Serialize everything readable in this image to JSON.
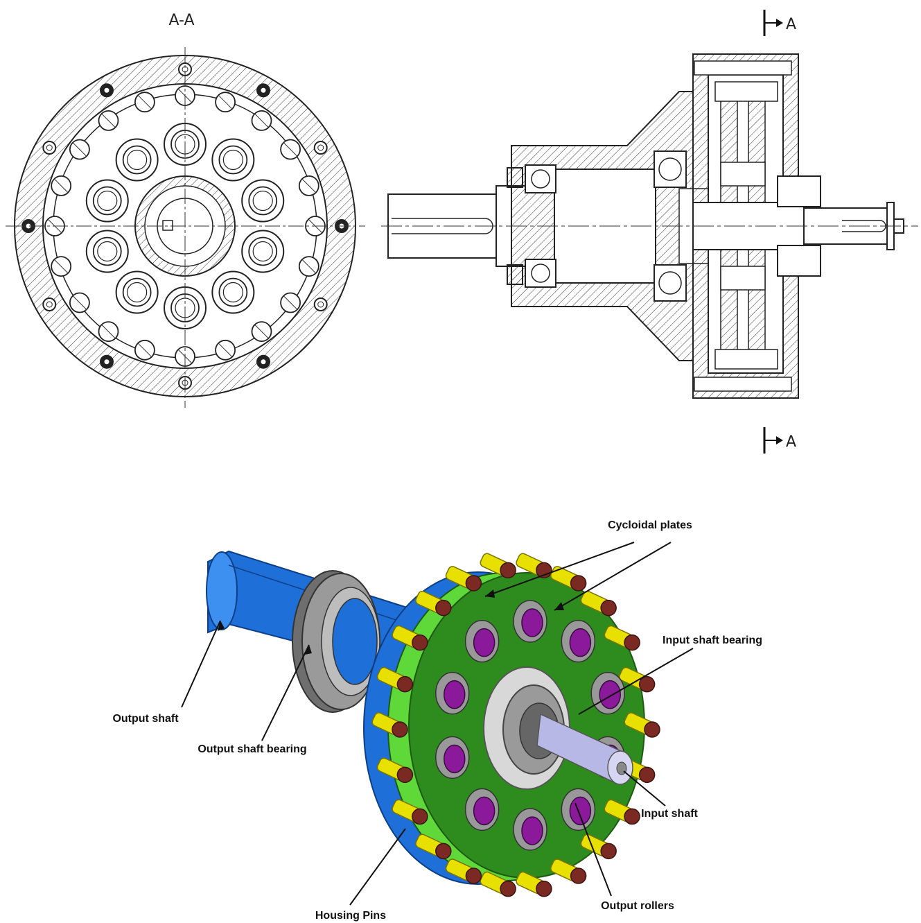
{
  "drawing": {
    "section_title": "A-A",
    "section_mark_top": "A",
    "section_mark_bottom": "A"
  },
  "labels": {
    "cycloidal_plates": "Cycloidal plates",
    "input_shaft_bearing": "Input shaft bearing",
    "output_shaft": "Output shaft",
    "output_shaft_bearing": "Output shaft bearing",
    "input_shaft": "Input shaft",
    "housing_pins": "Housing Pins",
    "output_rollers": "Output rollers"
  },
  "colors": {
    "cycloidal_plate": "#2e8b1e",
    "cycloidal_plate_light": "#5fd83a",
    "housing_pin": "#e8e000",
    "pin_cap": "#7a2a22",
    "output_roller": "#8a1a9a",
    "output_shaft": "#1e6fd8",
    "bearing": "#8c8c8c",
    "input_shaft": "#b8b8e6"
  }
}
